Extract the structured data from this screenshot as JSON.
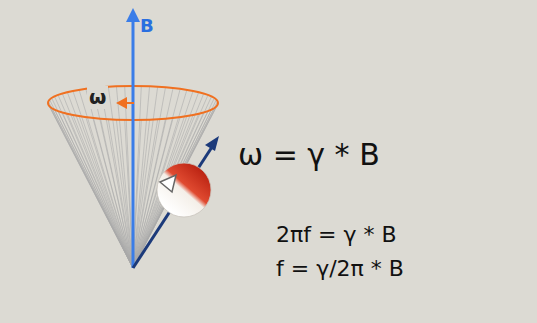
{
  "diagram": {
    "labels": [
      "B",
      "ω",
      "ω = γ * B",
      "2πf = γ * B",
      "f = γ/2π * B"
    ]
  }
}
